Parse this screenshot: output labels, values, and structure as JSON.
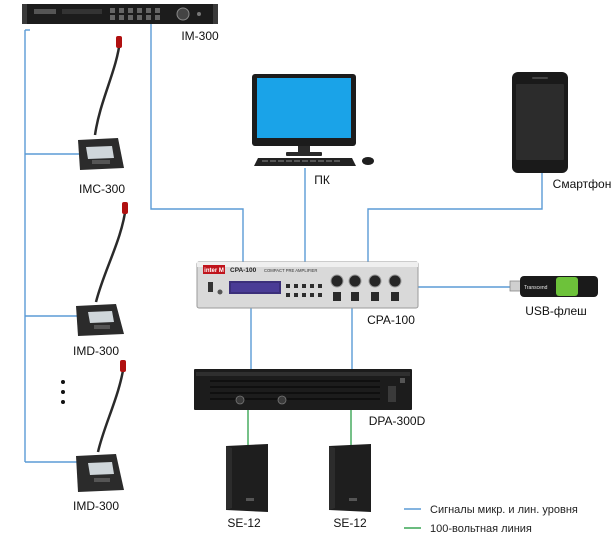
{
  "diagram": {
    "colors": {
      "signal_line": "#5b9bd5",
      "speaker_line": "#3aa655",
      "rack_dark": "#1c1c1c",
      "panel_silver": "#d9d9d9",
      "screen_blue": "#1aa3e8",
      "usb_green": "#6dc23a"
    },
    "nodes": {
      "im300": {
        "label": "IM-300"
      },
      "imc300": {
        "label": "IMC-300"
      },
      "imd300_1": {
        "label": "IMD-300"
      },
      "imd300_2": {
        "label": "IMD-300"
      },
      "pc": {
        "label": "ПК"
      },
      "smartphone": {
        "label": "Смартфон"
      },
      "cpa100": {
        "label": "CPA-100",
        "brand": "inter M",
        "model_text": "CPA-100",
        "subtitle": "COMPACT PRE AMPLIFIER"
      },
      "usb": {
        "label": "USB-флеш",
        "brand": "Transcend"
      },
      "dpa300d": {
        "label": "DPA-300D"
      },
      "se12_1": {
        "label": "SE-12"
      },
      "se12_2": {
        "label": "SE-12"
      }
    },
    "ellipsis": "⋮",
    "legend": {
      "signal": "Сигналы микр. и лин. уровня",
      "line100v": "100-вольтная линия"
    }
  }
}
